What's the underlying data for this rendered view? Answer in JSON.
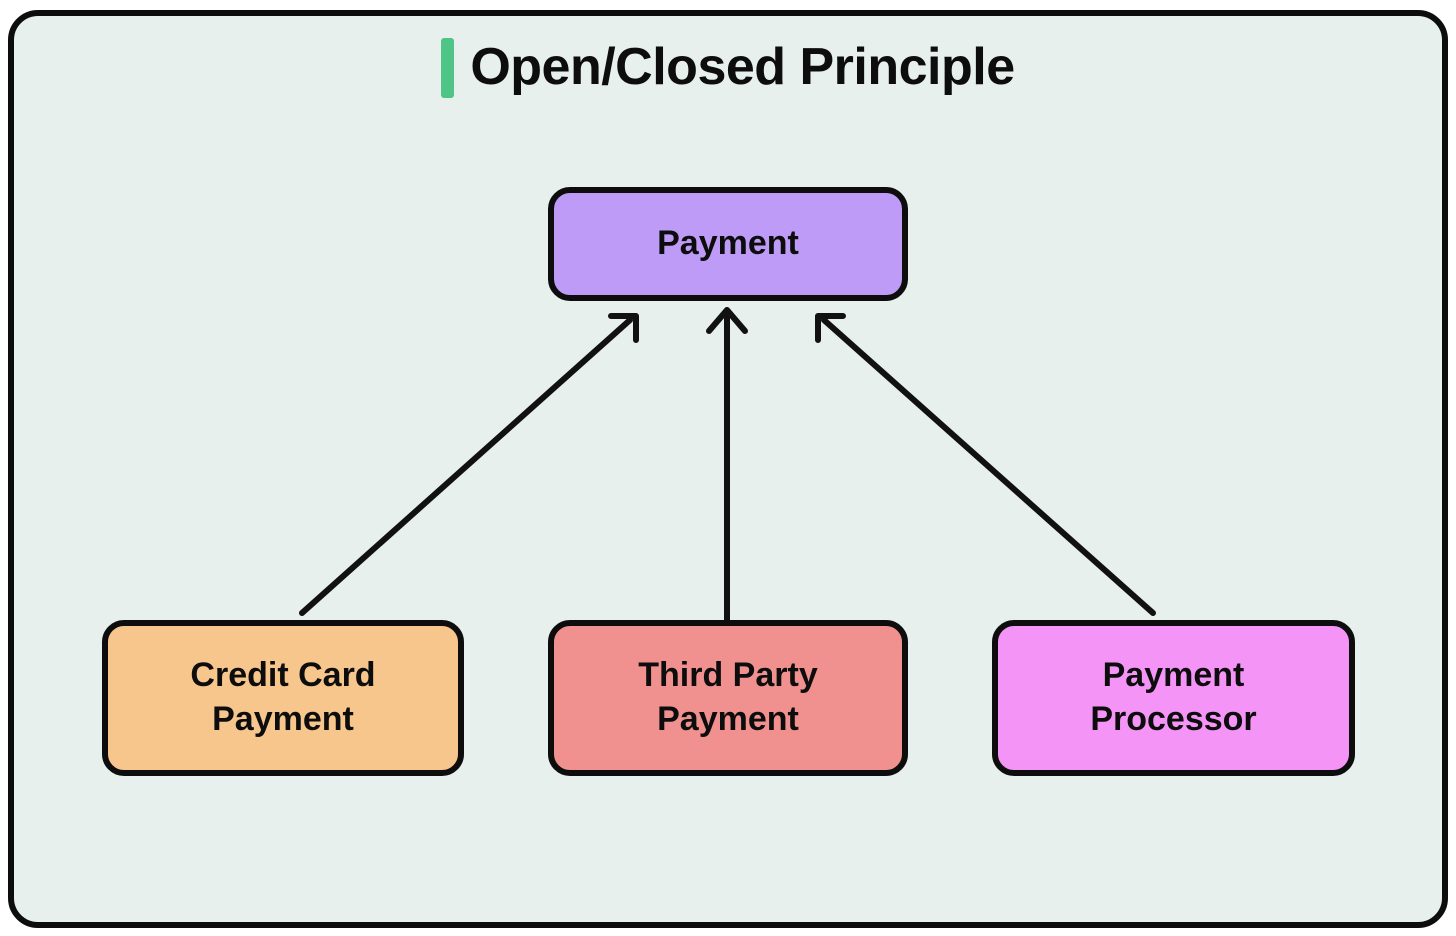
{
  "title": {
    "text": "Open/Closed Principle"
  },
  "colors": {
    "panel_background": "#e7f0ec",
    "panel_border": "#0d0d0d",
    "title_accent_bar": "#4ec487",
    "arrow": "#111111",
    "node_payment_fill": "#be9bf7",
    "node_credit_card_fill": "#f6c68c",
    "node_third_party_fill": "#f0918f",
    "node_payment_processor_fill": "#f494f7"
  },
  "nodes": {
    "payment": {
      "label": "Payment"
    },
    "credit_card": {
      "label": "Credit Card Payment"
    },
    "third_party": {
      "label": "Third Party Payment"
    },
    "payment_processor": {
      "label": "Payment Processor"
    }
  },
  "edges": [
    {
      "from": "credit_card",
      "to": "payment",
      "style": "open-arrowhead"
    },
    {
      "from": "third_party",
      "to": "payment",
      "style": "open-arrowhead"
    },
    {
      "from": "payment_processor",
      "to": "payment",
      "style": "open-arrowhead"
    }
  ]
}
